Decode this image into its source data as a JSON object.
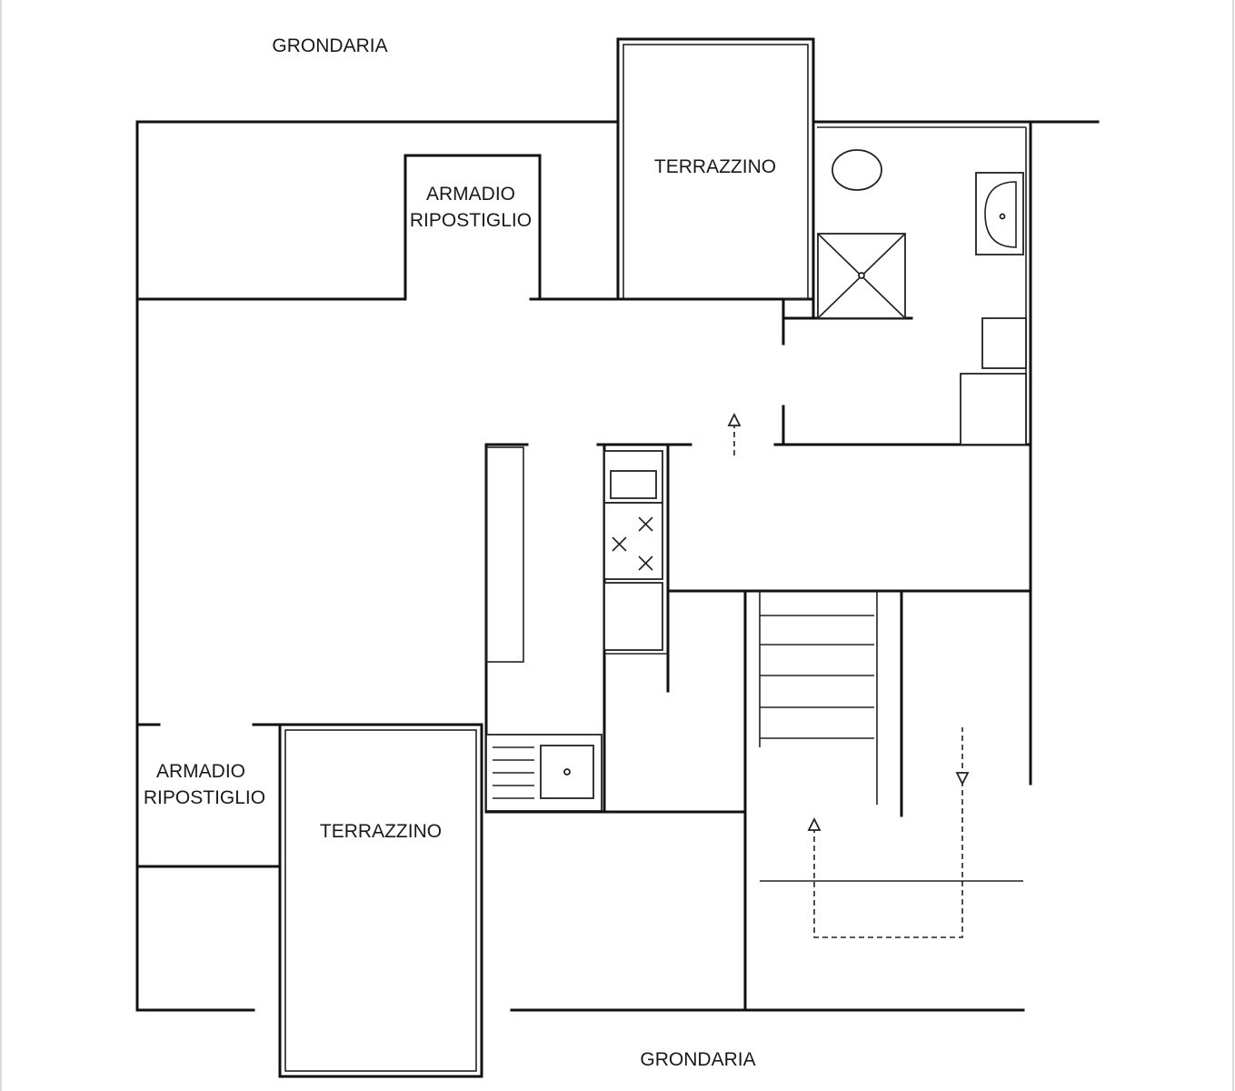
{
  "labels": {
    "grondaria_top": "GRONDARIA",
    "grondaria_bottom": "GRONDARIA",
    "terrazzino_top": "TERRAZZINO",
    "terrazzino_bottom": "TERRAZZINO",
    "armadio_top_line1": "ARMADIO",
    "armadio_top_line2": "RIPOSTIGLIO",
    "armadio_bottom_line1": "ARMADIO",
    "armadio_bottom_line2": "RIPOSTIGLIO"
  }
}
